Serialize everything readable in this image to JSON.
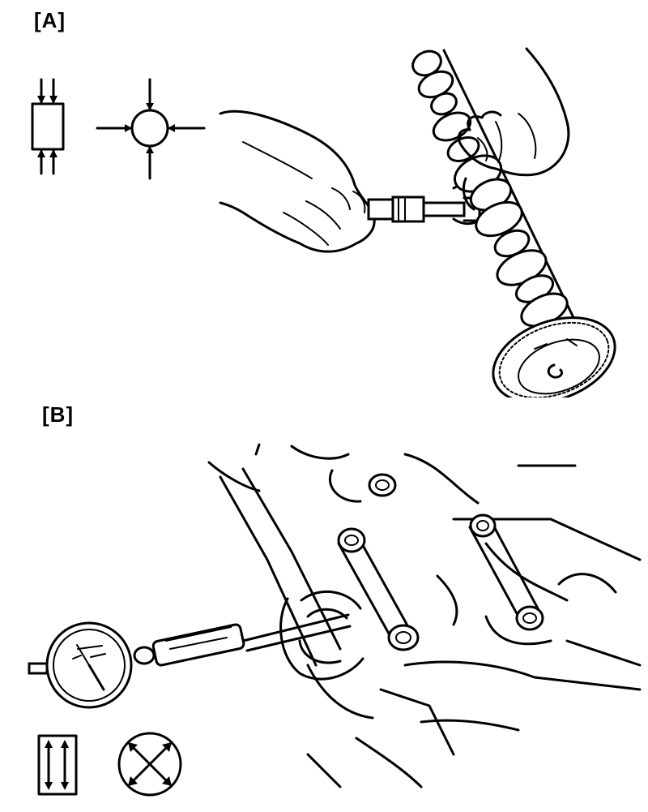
{
  "figure": {
    "label_a": "[A]",
    "label_b": "[B]"
  },
  "icons": {
    "panel_a_symbols": [
      "measure-points-rect-icon",
      "measure-points-circle-icon"
    ],
    "panel_b_symbols": [
      "measure-axes-rect-icon",
      "measure-axes-circle-icon"
    ],
    "instruments": [
      "micrometer",
      "dial-bore-gauge"
    ]
  },
  "colors": {
    "ink": "#000000",
    "paper": "#ffffff"
  }
}
